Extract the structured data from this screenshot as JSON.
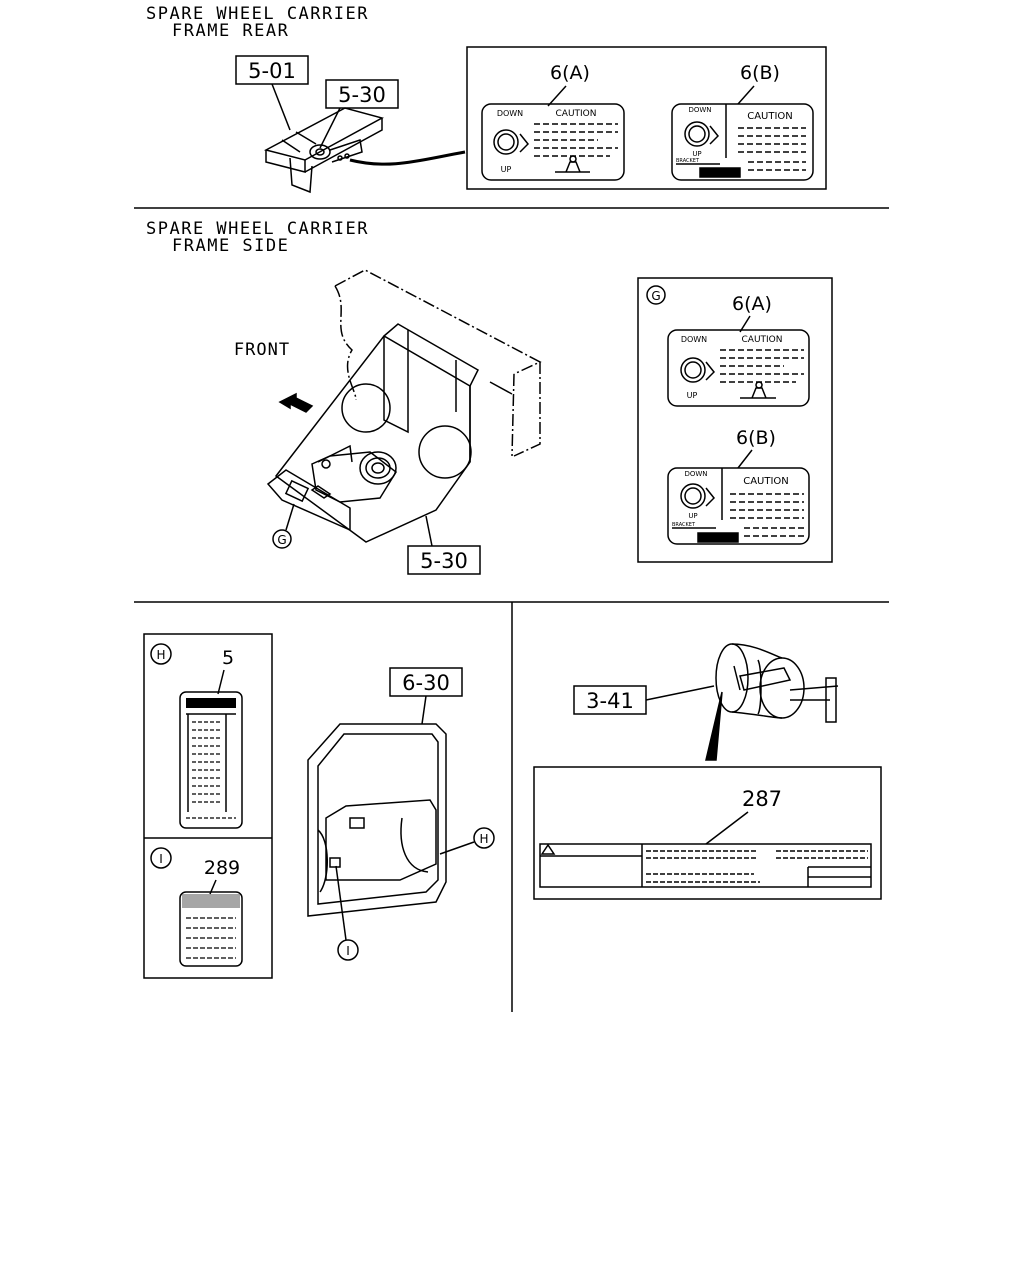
{
  "section_rear": {
    "title_line1": "SPARE WHEEL CARRIER",
    "title_line2": "FRAME REAR",
    "ref_frame": "5-01",
    "ref_carrier": "5-30",
    "label_a": {
      "id": "6(A)",
      "down": "DOWN",
      "caution": "CAUTION",
      "up": "UP"
    },
    "label_b": {
      "id": "6(B)",
      "down": "DOWN",
      "caution": "CAUTION",
      "up": "UP",
      "bracket": "BRACKET"
    }
  },
  "section_side": {
    "title_line1": "SPARE WHEEL CARRIER",
    "title_line2": "FRAME SIDE",
    "front": "FRONT",
    "ref_carrier": "5-30",
    "callout_g": "G",
    "label_a": {
      "id": "6(A)",
      "down": "DOWN",
      "caution": "CAUTION",
      "up": "UP"
    },
    "label_b": {
      "id": "6(B)",
      "down": "DOWN",
      "caution": "CAUTION",
      "up": "UP",
      "bracket": "BRACKET"
    }
  },
  "section_door": {
    "callout_h": "H",
    "callout_i": "I",
    "part_h": "5",
    "part_i": "289",
    "ref_door": "6-30"
  },
  "section_hub": {
    "ref_hub": "3-41",
    "part": "287"
  },
  "icons": [
    "warning-triangle-icon",
    "front-arrow-icon"
  ]
}
